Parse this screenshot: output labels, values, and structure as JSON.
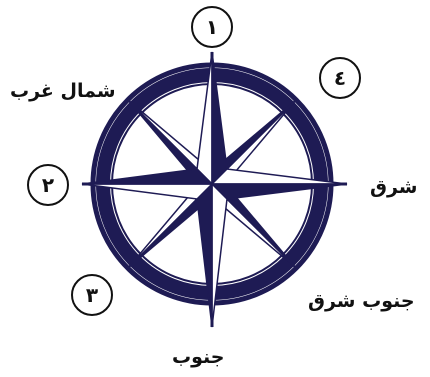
{
  "colors": {
    "navy": "#1e1b54",
    "ink": "#111111",
    "paper": "#ffffff"
  },
  "labels": {
    "northwest": "شمال غرب",
    "east": "شرق",
    "southeast": "جنوب شرق",
    "south": "جنوب"
  },
  "markers": {
    "north": "١",
    "west": "٢",
    "southwest": "٣",
    "northeast": "٤"
  }
}
